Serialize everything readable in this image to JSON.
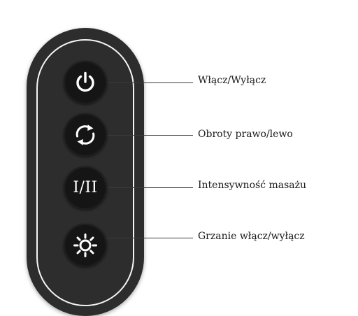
{
  "controls": [
    {
      "label": "Włącz/Wyłącz",
      "icon": "power-icon"
    },
    {
      "label": "Obroty prawo/lewo",
      "icon": "rotate-arrows-icon"
    },
    {
      "label": "Intensywność masażu",
      "icon": "intensity-icon",
      "glyph": "I/II"
    },
    {
      "label": "Grzanie włącz/wyłącz",
      "icon": "heat-sun-icon"
    }
  ],
  "colors": {
    "remote_body": "#2d2d2d",
    "button": "#151515",
    "icon": "#ffffff",
    "leader_line": "#3a3a3a",
    "label_text": "#1a1a1a"
  }
}
